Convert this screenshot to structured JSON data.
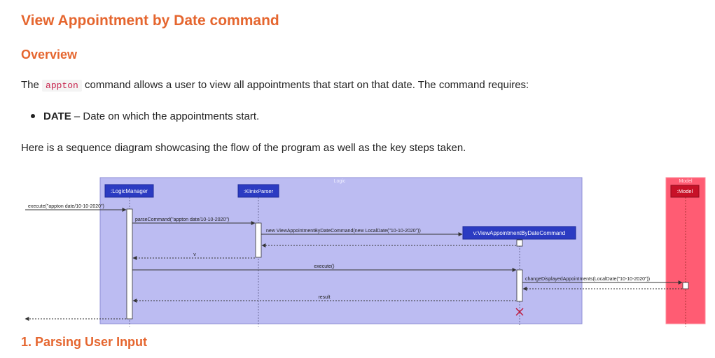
{
  "heading": "View Appointment by Date command",
  "overview_heading": "Overview",
  "intro": {
    "before": "The ",
    "code": "appton",
    "after": " command allows a user to view all appointments that start on that date. The command requires:"
  },
  "requirement": {
    "term": "DATE",
    "description": " – Date on which the appointments start."
  },
  "diagram_intro": "Here is a sequence diagram showcasing the flow of the program as well as the key steps taken.",
  "diagram": {
    "logic_frame_label": "Logic",
    "model_frame_label": "Model",
    "participants": {
      "logic_manager": ":LogicManager",
      "parser": ":KlinixParser",
      "command": "v:ViewAppointmentByDateCommand",
      "model": ":Model"
    },
    "messages": {
      "execute_call": "execute(\"appton date/10-10-2020\")",
      "parse_command": "parseCommand(\"appton date/10-10-2020\")",
      "new_command": "new ViewAppointmentByDateCommand(new LocalDate(\"10-10-2020\"))",
      "return_v": "v",
      "execute": "execute()",
      "change_displayed": "changeDisplayedAppointments(LocalDate(\"10-10-2020\"))",
      "result": "result"
    },
    "colors": {
      "logic_frame": "#bcbcf2",
      "model_frame": "#ff5c73",
      "participant_box": "#2b3bc2",
      "model_box": "#c81228",
      "heading": "#e5662f"
    }
  },
  "next_heading": "1. Parsing User Input"
}
